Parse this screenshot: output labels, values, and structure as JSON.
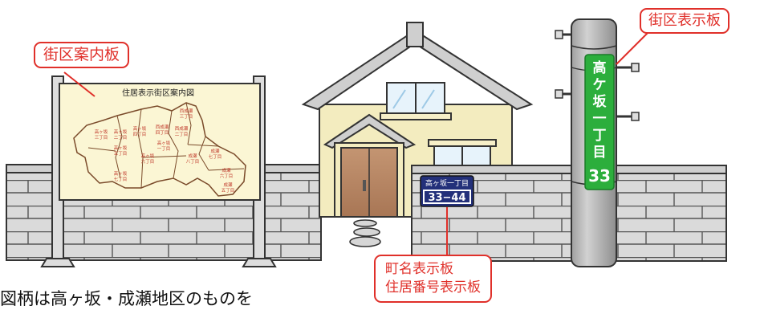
{
  "labels": {
    "guide_board": "街区案内板",
    "block_sign": "街区表示板",
    "town_sign": "町名表示板",
    "number_sign": "住居番号表示板"
  },
  "map": {
    "title": "住居表示街区案内図",
    "areas": [
      [
        "西成瀬",
        "三丁目"
      ],
      [
        "西成瀬",
        "四丁目"
      ],
      [
        "西成瀬",
        "二丁目"
      ],
      [
        "高ヶ坂",
        "三丁目"
      ],
      [
        "高ヶ坂",
        "四丁目"
      ],
      [
        "高ヶ坂",
        "二丁目"
      ],
      [
        "高ヶ坂",
        "一丁目"
      ],
      [
        "高ヶ坂",
        "五丁目"
      ],
      [
        "高ヶ坂",
        "六丁目"
      ],
      [
        "成瀬",
        "八丁目"
      ],
      [
        "成瀬",
        "七丁目"
      ],
      [
        "成瀬",
        "六丁目"
      ],
      [
        "高ヶ坂",
        "七丁目"
      ],
      [
        "成瀬",
        "五丁目"
      ]
    ]
  },
  "house_plate": {
    "town": "高ヶ坂一丁目",
    "number": "33−44"
  },
  "pole_sign": {
    "chars": [
      "高",
      "ケ",
      "坂",
      "一",
      "丁",
      "目"
    ],
    "block_number": "33"
  },
  "caption": "図柄は高ヶ坂・成瀬地区のものを",
  "colors": {
    "callout": "#e0302a",
    "sign_green": "#2cae3c",
    "plate_navy": "#23307a",
    "wall": "#d9d9d9",
    "house": "#f3ecbf",
    "pole": "#b8b8b8"
  }
}
